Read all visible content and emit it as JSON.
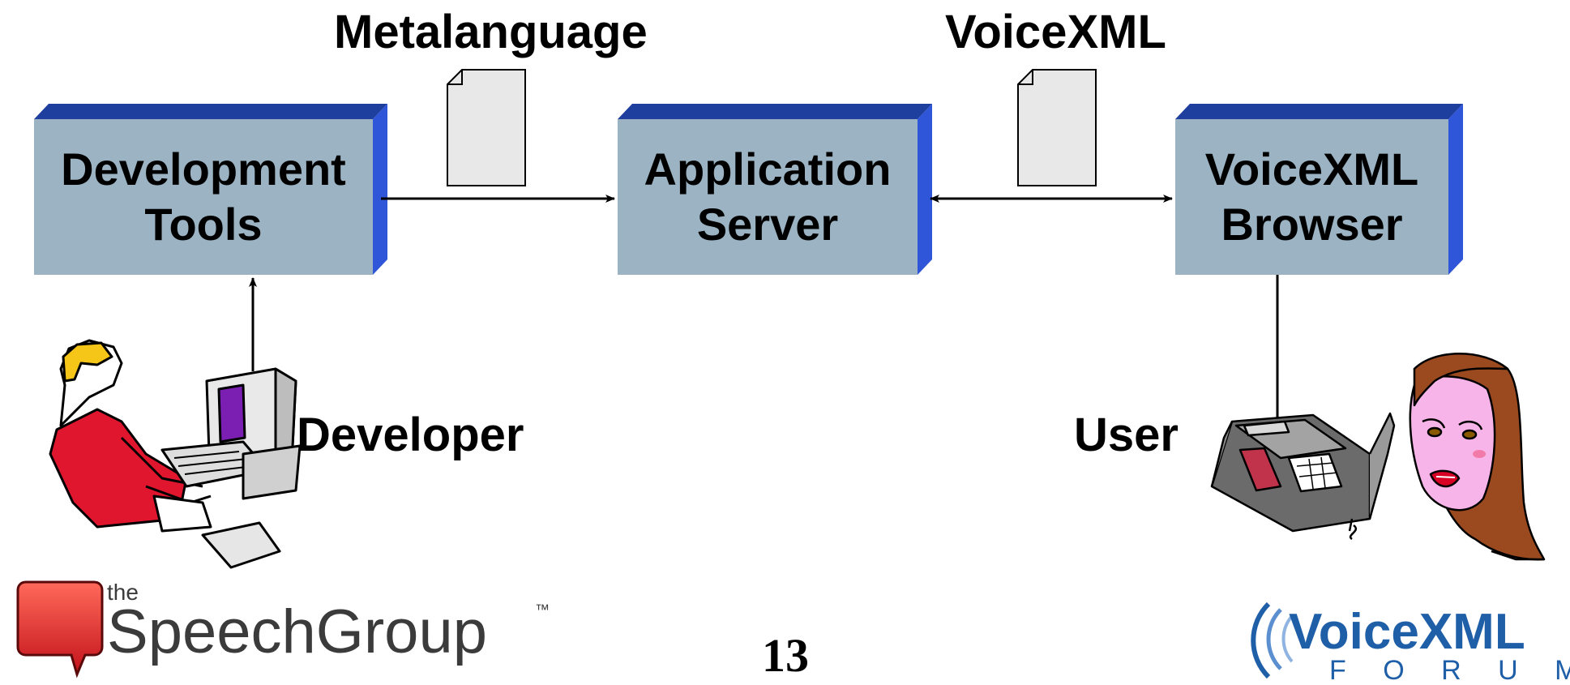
{
  "labels": {
    "metalanguage": "Metalanguage",
    "voicexml": "VoiceXML",
    "developer": "Developer",
    "user": "User"
  },
  "boxes": {
    "development_tools": {
      "line1": "Development",
      "line2": "Tools"
    },
    "application_server": {
      "line1": "Application",
      "line2": "Server"
    },
    "voicexml_browser": {
      "line1": "VoiceXML",
      "line2": "Browser"
    }
  },
  "logos": {
    "speechgroup": {
      "small": "the",
      "main": "SpeechGroup",
      "tm": "™"
    },
    "voicexml_forum": {
      "main": "VoiceXML",
      "sub": "F O R U M"
    }
  },
  "page_number": "13",
  "colors": {
    "box_face": "#9bb3c2",
    "box_top": "#1f3f9e",
    "box_side": "#2f55d8",
    "document": "#e8e8e8",
    "forum_blue": "#1f5fa8"
  }
}
